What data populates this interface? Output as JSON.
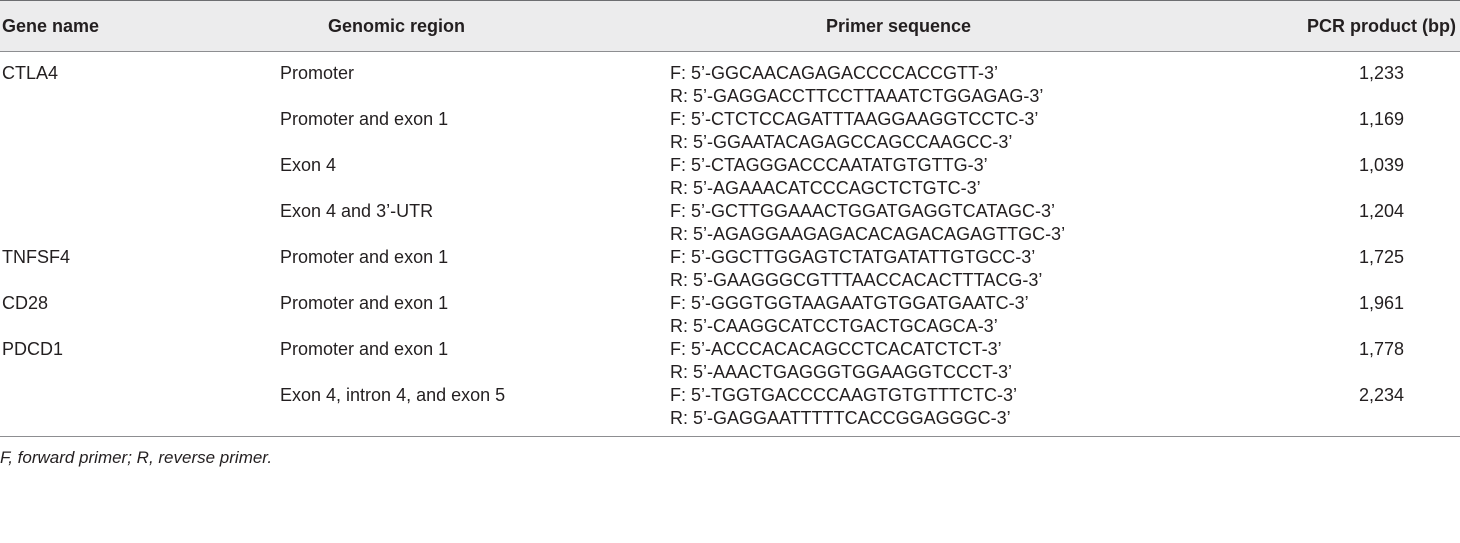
{
  "table": {
    "headers": {
      "gene_name": "Gene name",
      "genomic_region": "Genomic region",
      "primer_sequence": "Primer sequence",
      "pcr_product": "PCR product (bp)"
    },
    "rows": [
      {
        "gene": "CTLA4",
        "region": "Promoter",
        "forward": "F: 5’-GGCAACAGAGACCCCACCGTT-3’",
        "reverse": "R: 5’-GAGGACCTTCCTTAAATCTGGAGAG-3’",
        "pcr": "1,233"
      },
      {
        "gene": "",
        "region": "Promoter and exon 1",
        "forward": "F: 5’-CTCTCCAGATTTAAGGAAGGTCCTC-3’",
        "reverse": "R: 5’-GGAATACAGAGCCAGCCAAGCC-3’",
        "pcr": "1,169"
      },
      {
        "gene": "",
        "region": "Exon 4",
        "forward": "F: 5’-CTAGGGACCCAATATGTGTTG-3’",
        "reverse": "R: 5’-AGAAACATCCCAGCTCTGTC-3’",
        "pcr": "1,039"
      },
      {
        "gene": "",
        "region": "Exon 4 and 3’-UTR",
        "forward": "F: 5’-GCTTGGAAACTGGATGAGGTCATAGC-3’",
        "reverse": "R: 5’-AGAGGAAGAGACACAGACAGAGTTGC-3’",
        "pcr": "1,204"
      },
      {
        "gene": "TNFSF4",
        "region": "Promoter and exon 1",
        "forward": "F: 5’-GGCTTGGAGTCTATGATATTGTGCC-3’",
        "reverse": "R: 5’-GAAGGGCGTTTAACCACACTTTACG-3’",
        "pcr": "1,725"
      },
      {
        "gene": "CD28",
        "region": "Promoter and exon 1",
        "forward": "F: 5’-GGGTGGTAAGAATGTGGATGAATC-3’",
        "reverse": "R: 5’-CAAGGCATCCTGACTGCAGCA-3’",
        "pcr": "1,961"
      },
      {
        "gene": "PDCD1",
        "region": "Promoter and exon 1",
        "forward": "F: 5’-ACCCACACAGCCTCACATCTCT-3’",
        "reverse": "R: 5’-AAACTGAGGGTGGAAGGTCCCT-3’",
        "pcr": "1,778"
      },
      {
        "gene": "",
        "region": "Exon 4, intron 4, and exon 5",
        "forward": "F: 5’-TGGTGACCCCAAGTGTGTTTCTC-3’",
        "reverse": "R: 5’-GAGGAATTTTTCACCGGAGGGC-3’",
        "pcr": "2,234"
      }
    ]
  },
  "footnote": "F, forward primer; R, reverse primer.",
  "colors": {
    "header_background": "#ececed",
    "text": "#231f20",
    "rule": "#8d8e91"
  }
}
